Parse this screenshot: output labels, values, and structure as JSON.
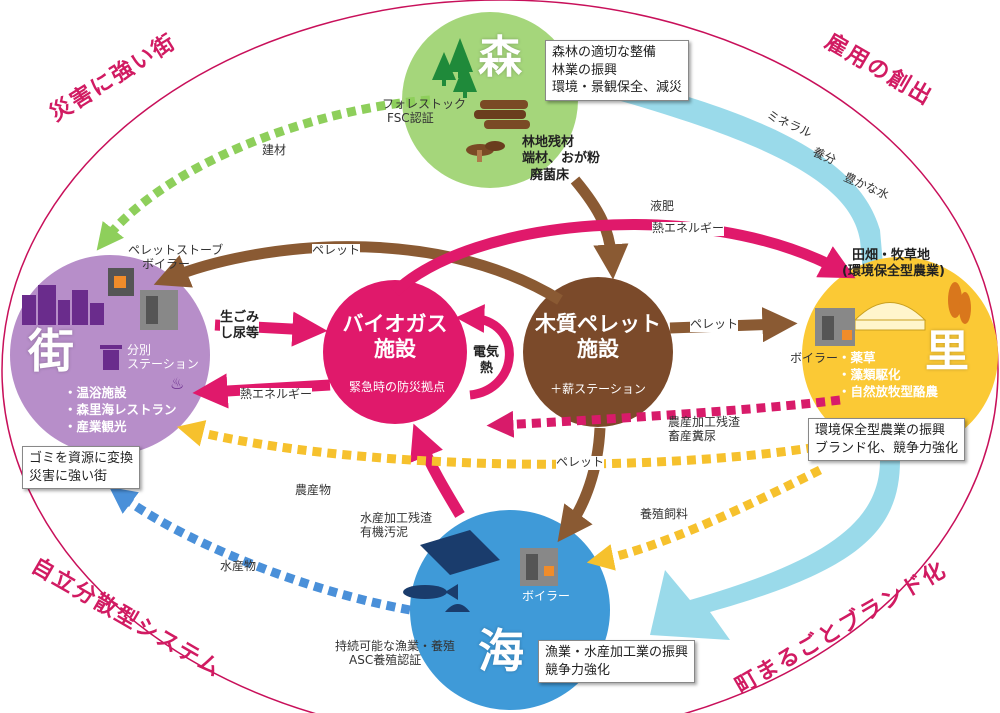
{
  "arcs": {
    "top_left": "災害に強い街",
    "top_right": "雇用の創出",
    "bottom_left": "自立分散型システム",
    "bottom_right": "町まるごとブランド化"
  },
  "forest": {
    "title": "森",
    "info": [
      "森林の適切な整備",
      "林業の振興",
      "環境・景観保全、減災"
    ],
    "cert": [
      "フォレストック",
      "FSC認証"
    ],
    "residue": [
      "林地残材",
      "端材、おが粉",
      "廃菌床"
    ]
  },
  "town": {
    "title": "街",
    "stove": [
      "ペレットストーブ",
      "ボイラー"
    ],
    "sorting": [
      "分別",
      "ステーション"
    ],
    "facilities": [
      "・温浴施設",
      "・森里海レストラン",
      "・産業観光"
    ],
    "info": [
      "ゴミを資源に変換",
      "災害に強い街"
    ]
  },
  "village": {
    "title": "里",
    "farmland": [
      "田畑・牧草地",
      "(環境保全型農業)"
    ],
    "boiler": "ボイラー",
    "items": [
      "・薬草",
      "・藻類駆化",
      "・自然放牧型酪農"
    ],
    "info": [
      "環境保全型農業の振興",
      "ブランド化、競争力強化"
    ]
  },
  "sea": {
    "title": "海",
    "boiler": "ボイラー",
    "info": [
      "漁業・水産加工業の振興",
      "競争力強化"
    ],
    "sustainable": [
      "持続可能な漁業・養殖",
      "ASC養殖認証"
    ]
  },
  "biogas": {
    "title": [
      "バイオガス",
      "施設"
    ],
    "subtitle": "緊急時の防災拠点",
    "loop": [
      "電気",
      "熱"
    ]
  },
  "pellet": {
    "title": [
      "木質ペレット",
      "施設"
    ],
    "subtitle": "＋薪ステーション"
  },
  "flows": {
    "building_material": "建材",
    "pellet_town": "ペレット",
    "pellet_village": "ペレット",
    "pellet_sea": "ペレット",
    "liquid_fertilizer": "液肥",
    "heat_energy_village": "熱エネルギー",
    "food_waste": [
      "生ごみ",
      "し尿等"
    ],
    "heat_energy_town": "熱エネルギー",
    "agri_residue": [
      "農産加工残渣",
      "畜産糞尿"
    ],
    "agri_products": "農産物",
    "aquaculture_feed": "養殖飼料",
    "marine_residue": [
      "水産加工残渣",
      "有機汚泥"
    ],
    "marine_products": "水産物",
    "water_band": [
      "ミネラル",
      "養分",
      "豊かな水"
    ]
  }
}
